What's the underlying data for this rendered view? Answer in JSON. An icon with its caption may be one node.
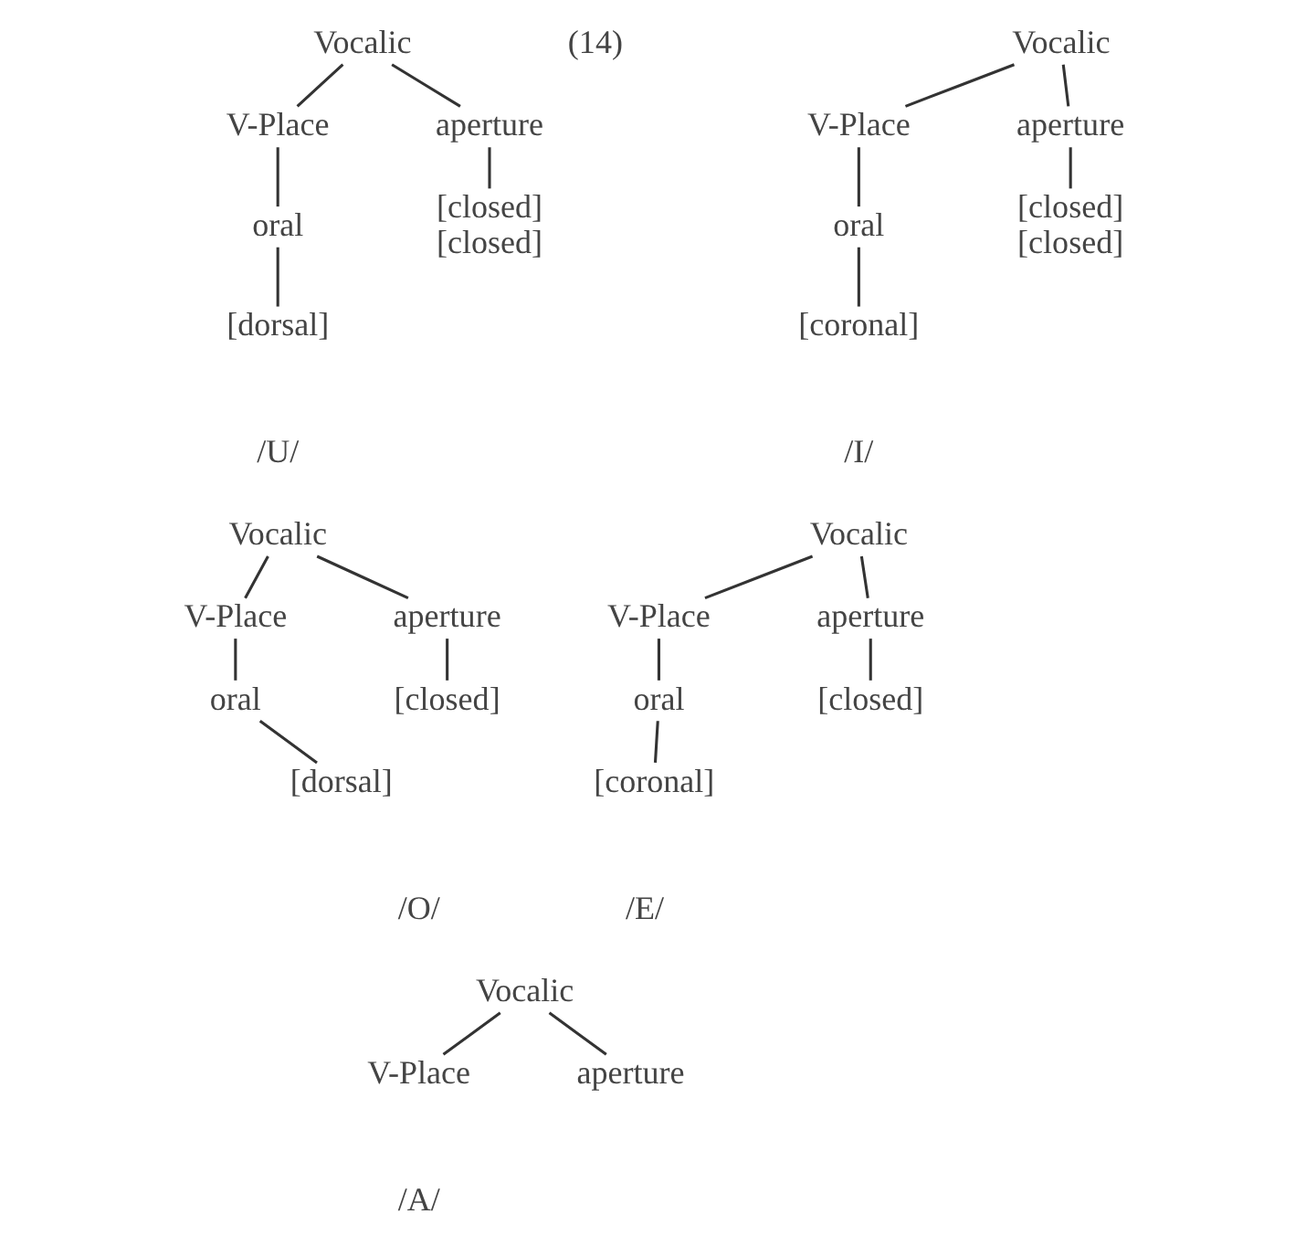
{
  "diagram": {
    "nodes": [
      {
        "text": [
          "Vocalic"
        ]
      },
      {
        "text": [
          "V-Place"
        ]
      },
      {
        "text": [
          "aperture"
        ]
      },
      {
        "text": [
          "oral"
        ]
      },
      {
        "text": [
          "[coronal]"
        ]
      },
      {
        "text": [
          "[closed]",
          "[closed]"
        ]
      },
      {
        "text": [
          "Vocalic"
        ]
      },
      {
        "text": [
          "V-Place"
        ]
      },
      {
        "text": [
          "aperture"
        ]
      },
      {
        "text": [
          "oral"
        ]
      },
      {
        "text": [
          "[dorsal]"
        ]
      },
      {
        "text": [
          "[closed]",
          "[closed]"
        ]
      },
      {
        "text": [
          "Vocalic"
        ]
      },
      {
        "text": [
          "V-Place"
        ]
      },
      {
        "text": [
          "aperture"
        ]
      },
      {
        "text": [
          "oral"
        ]
      },
      {
        "text": [
          "[coronal]"
        ]
      },
      {
        "text": [
          "[closed]"
        ]
      },
      {
        "text": [
          "Vocalic"
        ]
      },
      {
        "text": [
          "V-Place"
        ]
      },
      {
        "text": [
          "aperture"
        ]
      },
      {
        "text": [
          "oral"
        ]
      },
      {
        "text": [
          "[dorsal]"
        ]
      },
      {
        "text": [
          "[closed]"
        ]
      },
      {
        "text": [
          "Vocalic"
        ]
      },
      {
        "text": [
          "V-Place"
        ]
      },
      {
        "text": [
          "aperture"
        ]
      }
    ],
    "edges": [
      {
        "from": 0,
        "to": 1,
        "arrow": "none"
      },
      {
        "from": 0,
        "to": 2,
        "arrow": "none"
      },
      {
        "from": 1,
        "to": 3,
        "arrow": "none"
      },
      {
        "from": 3,
        "to": 4,
        "arrow": "none"
      },
      {
        "from": 2,
        "to": 5,
        "arrow": "none"
      },
      {
        "from": 6,
        "to": 7,
        "arrow": "none"
      },
      {
        "from": 6,
        "to": 8,
        "arrow": "none"
      },
      {
        "from": 7,
        "to": 9,
        "arrow": "none"
      },
      {
        "from": 9,
        "to": 10,
        "arrow": "none"
      },
      {
        "from": 8,
        "to": 11,
        "arrow": "none"
      },
      {
        "from": 12,
        "to": 13,
        "arrow": "none"
      },
      {
        "from": 12,
        "to": 14,
        "arrow": "none"
      },
      {
        "from": 13,
        "to": 15,
        "arrow": "none"
      },
      {
        "from": 15,
        "to": 16,
        "arrow": "none"
      },
      {
        "from": 14,
        "to": 17,
        "arrow": "none"
      },
      {
        "from": 18,
        "to": 19,
        "arrow": "none"
      },
      {
        "from": 18,
        "to": 20,
        "arrow": "none"
      },
      {
        "from": 19,
        "to": 21,
        "arrow": "none"
      },
      {
        "from": 21,
        "to": 22,
        "arrow": "none"
      },
      {
        "from": 20,
        "to": 23,
        "arrow": "none"
      },
      {
        "from": 24,
        "to": 25,
        "arrow": "none"
      },
      {
        "from": 24,
        "to": 26,
        "arrow": "none"
      }
    ],
    "labels": [
      "(14)",
      "/I/",
      "/U/",
      "/E/",
      "/O/",
      "/A/"
    ]
  }
}
